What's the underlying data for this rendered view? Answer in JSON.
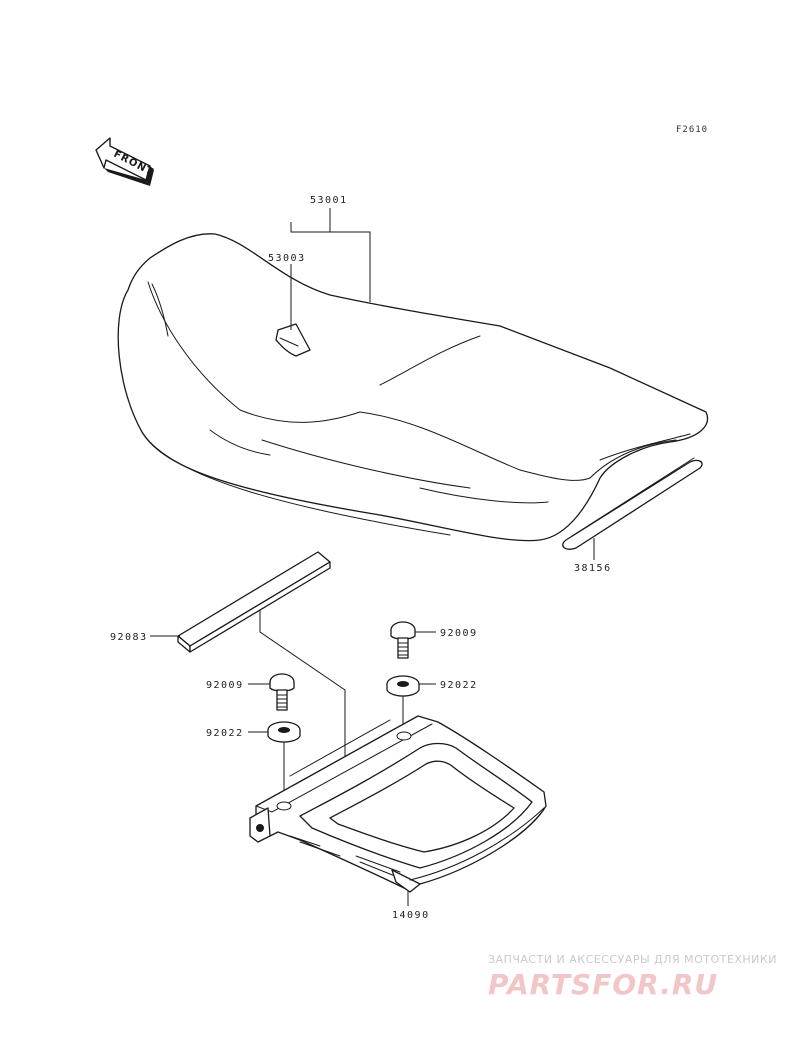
{
  "figure_code": "F2610",
  "front_label": "FRONT",
  "parts": {
    "p53001": "53001",
    "p53003": "53003",
    "p38156": "38156",
    "p92083": "92083",
    "p92009_right": "92009",
    "p92022_right": "92022",
    "p92009_left": "92009",
    "p92022_left": "92022",
    "p14090": "14090"
  },
  "watermark": {
    "tagline": "ЗАПЧАСТИ И АКСЕССУАРЫ ДЛЯ МОТОТЕХНИКИ",
    "logo": "PARTSFOR.RU"
  },
  "colors": {
    "line": "#1a1a1a",
    "watermark_text": "#c9c9c9",
    "watermark_logo": "#f2c6c6"
  }
}
